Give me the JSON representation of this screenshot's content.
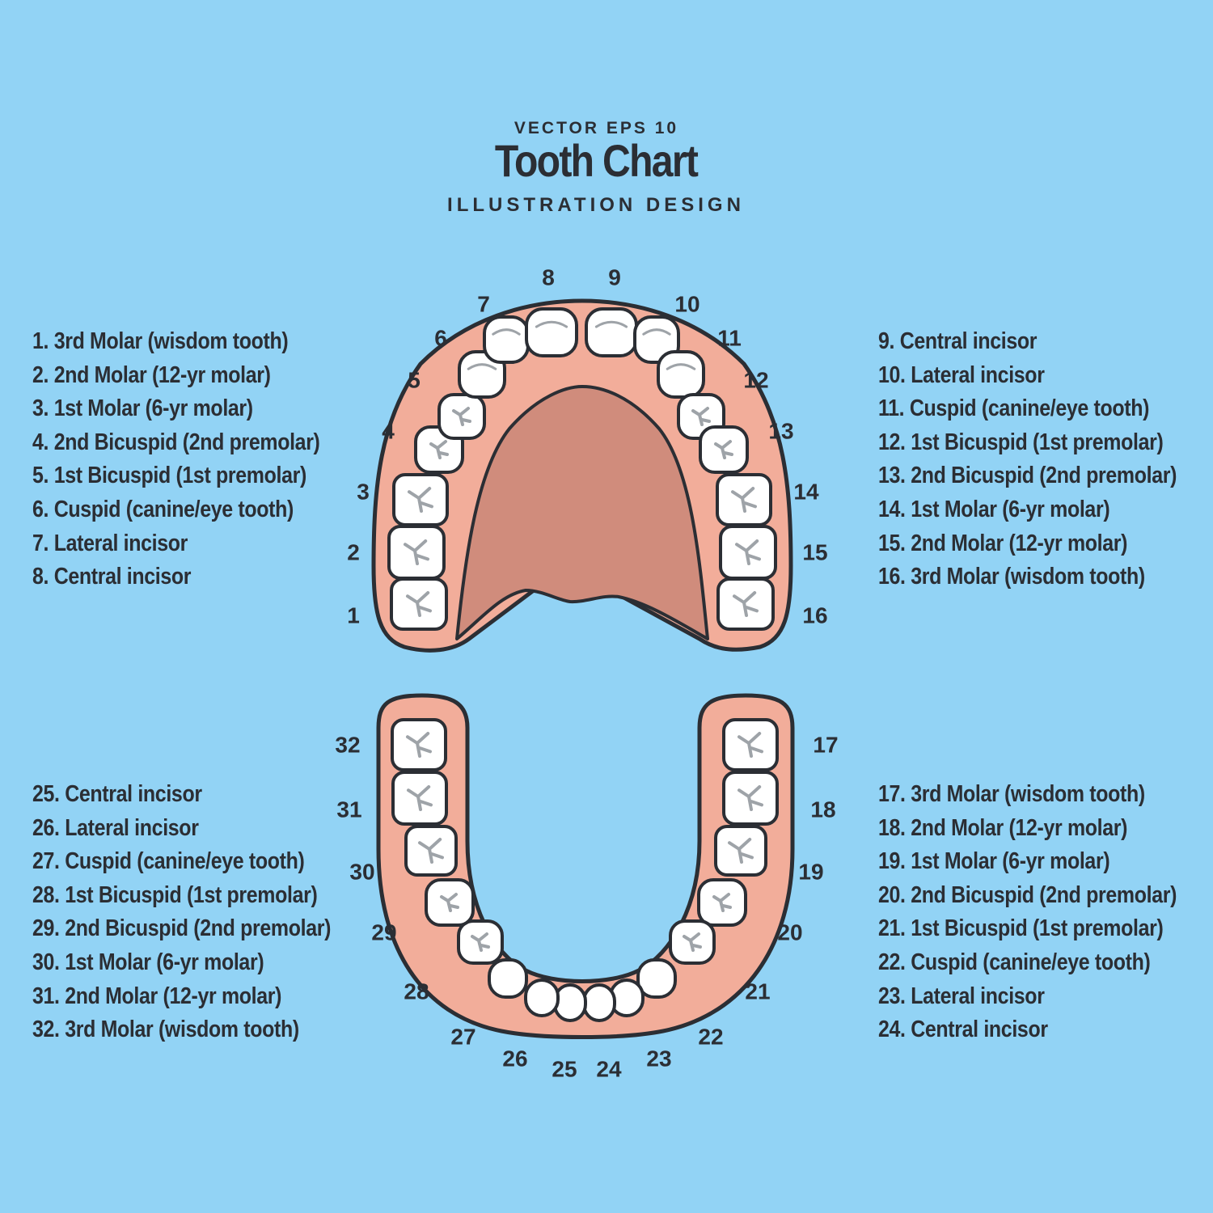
{
  "header": {
    "top_line": "VECTOR EPS 10",
    "title": "Tooth Chart",
    "subtitle": "ILLUSTRATION DESIGN"
  },
  "colors": {
    "background": "#92d3f5",
    "gum": "#f2ad9a",
    "palate": "#d08c7c",
    "tooth": "#ffffff",
    "outline": "#2b2e34",
    "crease": "#9ea3a8",
    "text": "#2b2e34"
  },
  "legend": {
    "upper_left": [
      "1. 3rd Molar (wisdom tooth)",
      "2. 2nd Molar (12-yr molar)",
      "3. 1st Molar (6-yr molar)",
      "4. 2nd Bicuspid (2nd premolar)",
      "5. 1st Bicuspid (1st premolar)",
      "6. Cuspid (canine/eye tooth)",
      "7. Lateral incisor",
      "8. Central incisor"
    ],
    "upper_right": [
      "9. Central incisor",
      "10. Lateral incisor",
      "11. Cuspid (canine/eye tooth)",
      "12. 1st Bicuspid (1st premolar)",
      "13. 2nd Bicuspid (2nd premolar)",
      "14. 1st Molar (6-yr molar)",
      "15. 2nd Molar (12-yr molar)",
      "16. 3rd Molar (wisdom tooth)"
    ],
    "lower_left": [
      "25. Central incisor",
      "26. Lateral incisor",
      "27. Cuspid (canine/eye tooth)",
      "28. 1st Bicuspid (1st premolar)",
      "29. 2nd Bicuspid (2nd premolar)",
      "30. 1st Molar (6-yr molar)",
      "31. 2nd Molar (12-yr molar)",
      "32. 3rd Molar (wisdom tooth)"
    ],
    "lower_right": [
      "17. 3rd Molar (wisdom tooth)",
      "18. 2nd Molar (12-yr molar)",
      "19. 1st Molar (6-yr molar)",
      "20. 2nd Bicuspid (2nd premolar)",
      "21. 1st Bicuspid (1st premolar)",
      "22. Cuspid (canine/eye tooth)",
      "23. Lateral incisor",
      "24. Central incisor"
    ]
  },
  "upper_teeth": [
    {
      "number": "1",
      "type": "molar"
    },
    {
      "number": "2",
      "type": "molar"
    },
    {
      "number": "3",
      "type": "molar"
    },
    {
      "number": "4",
      "type": "premolar"
    },
    {
      "number": "5",
      "type": "premolar"
    },
    {
      "number": "6",
      "type": "canine"
    },
    {
      "number": "7",
      "type": "incisor"
    },
    {
      "number": "8",
      "type": "incisor"
    },
    {
      "number": "9",
      "type": "incisor"
    },
    {
      "number": "10",
      "type": "incisor"
    },
    {
      "number": "11",
      "type": "canine"
    },
    {
      "number": "12",
      "type": "premolar"
    },
    {
      "number": "13",
      "type": "premolar"
    },
    {
      "number": "14",
      "type": "molar"
    },
    {
      "number": "15",
      "type": "molar"
    },
    {
      "number": "16",
      "type": "molar"
    }
  ],
  "lower_teeth": [
    {
      "number": "17",
      "type": "molar"
    },
    {
      "number": "18",
      "type": "molar"
    },
    {
      "number": "19",
      "type": "molar"
    },
    {
      "number": "20",
      "type": "premolar"
    },
    {
      "number": "21",
      "type": "premolar"
    },
    {
      "number": "22",
      "type": "canine"
    },
    {
      "number": "23",
      "type": "incisor"
    },
    {
      "number": "24",
      "type": "incisor"
    },
    {
      "number": "25",
      "type": "incisor"
    },
    {
      "number": "26",
      "type": "incisor"
    },
    {
      "number": "27",
      "type": "canine"
    },
    {
      "number": "28",
      "type": "premolar"
    },
    {
      "number": "29",
      "type": "premolar"
    },
    {
      "number": "30",
      "type": "molar"
    },
    {
      "number": "31",
      "type": "molar"
    },
    {
      "number": "32",
      "type": "molar"
    }
  ]
}
